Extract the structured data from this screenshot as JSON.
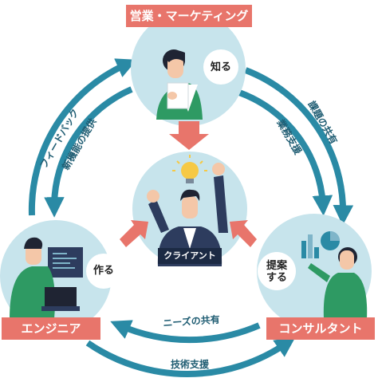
{
  "colors": {
    "circle_fill": "#c7e4ec",
    "arrow_teal": "#2a8aa5",
    "label_coral": "#e8756b",
    "client_navy": "#1c2a44",
    "green_shirt": "#2e9a63",
    "accent_red": "#e57063"
  },
  "labels": {
    "sales_marketing": "営業・マーケティング",
    "engineer": "エンジニア",
    "consultant": "コンサルタント",
    "client": "クライアント"
  },
  "actions": {
    "know": "知る",
    "make": "作る",
    "propose": "提案する"
  },
  "flows": {
    "feedback": "フィードバック",
    "new_feature": "新機能の提供",
    "issue_sharing": "課題の共有",
    "business_support": "業務支援",
    "needs_sharing": "ニーズの共有",
    "tech_support": "技術支援"
  }
}
